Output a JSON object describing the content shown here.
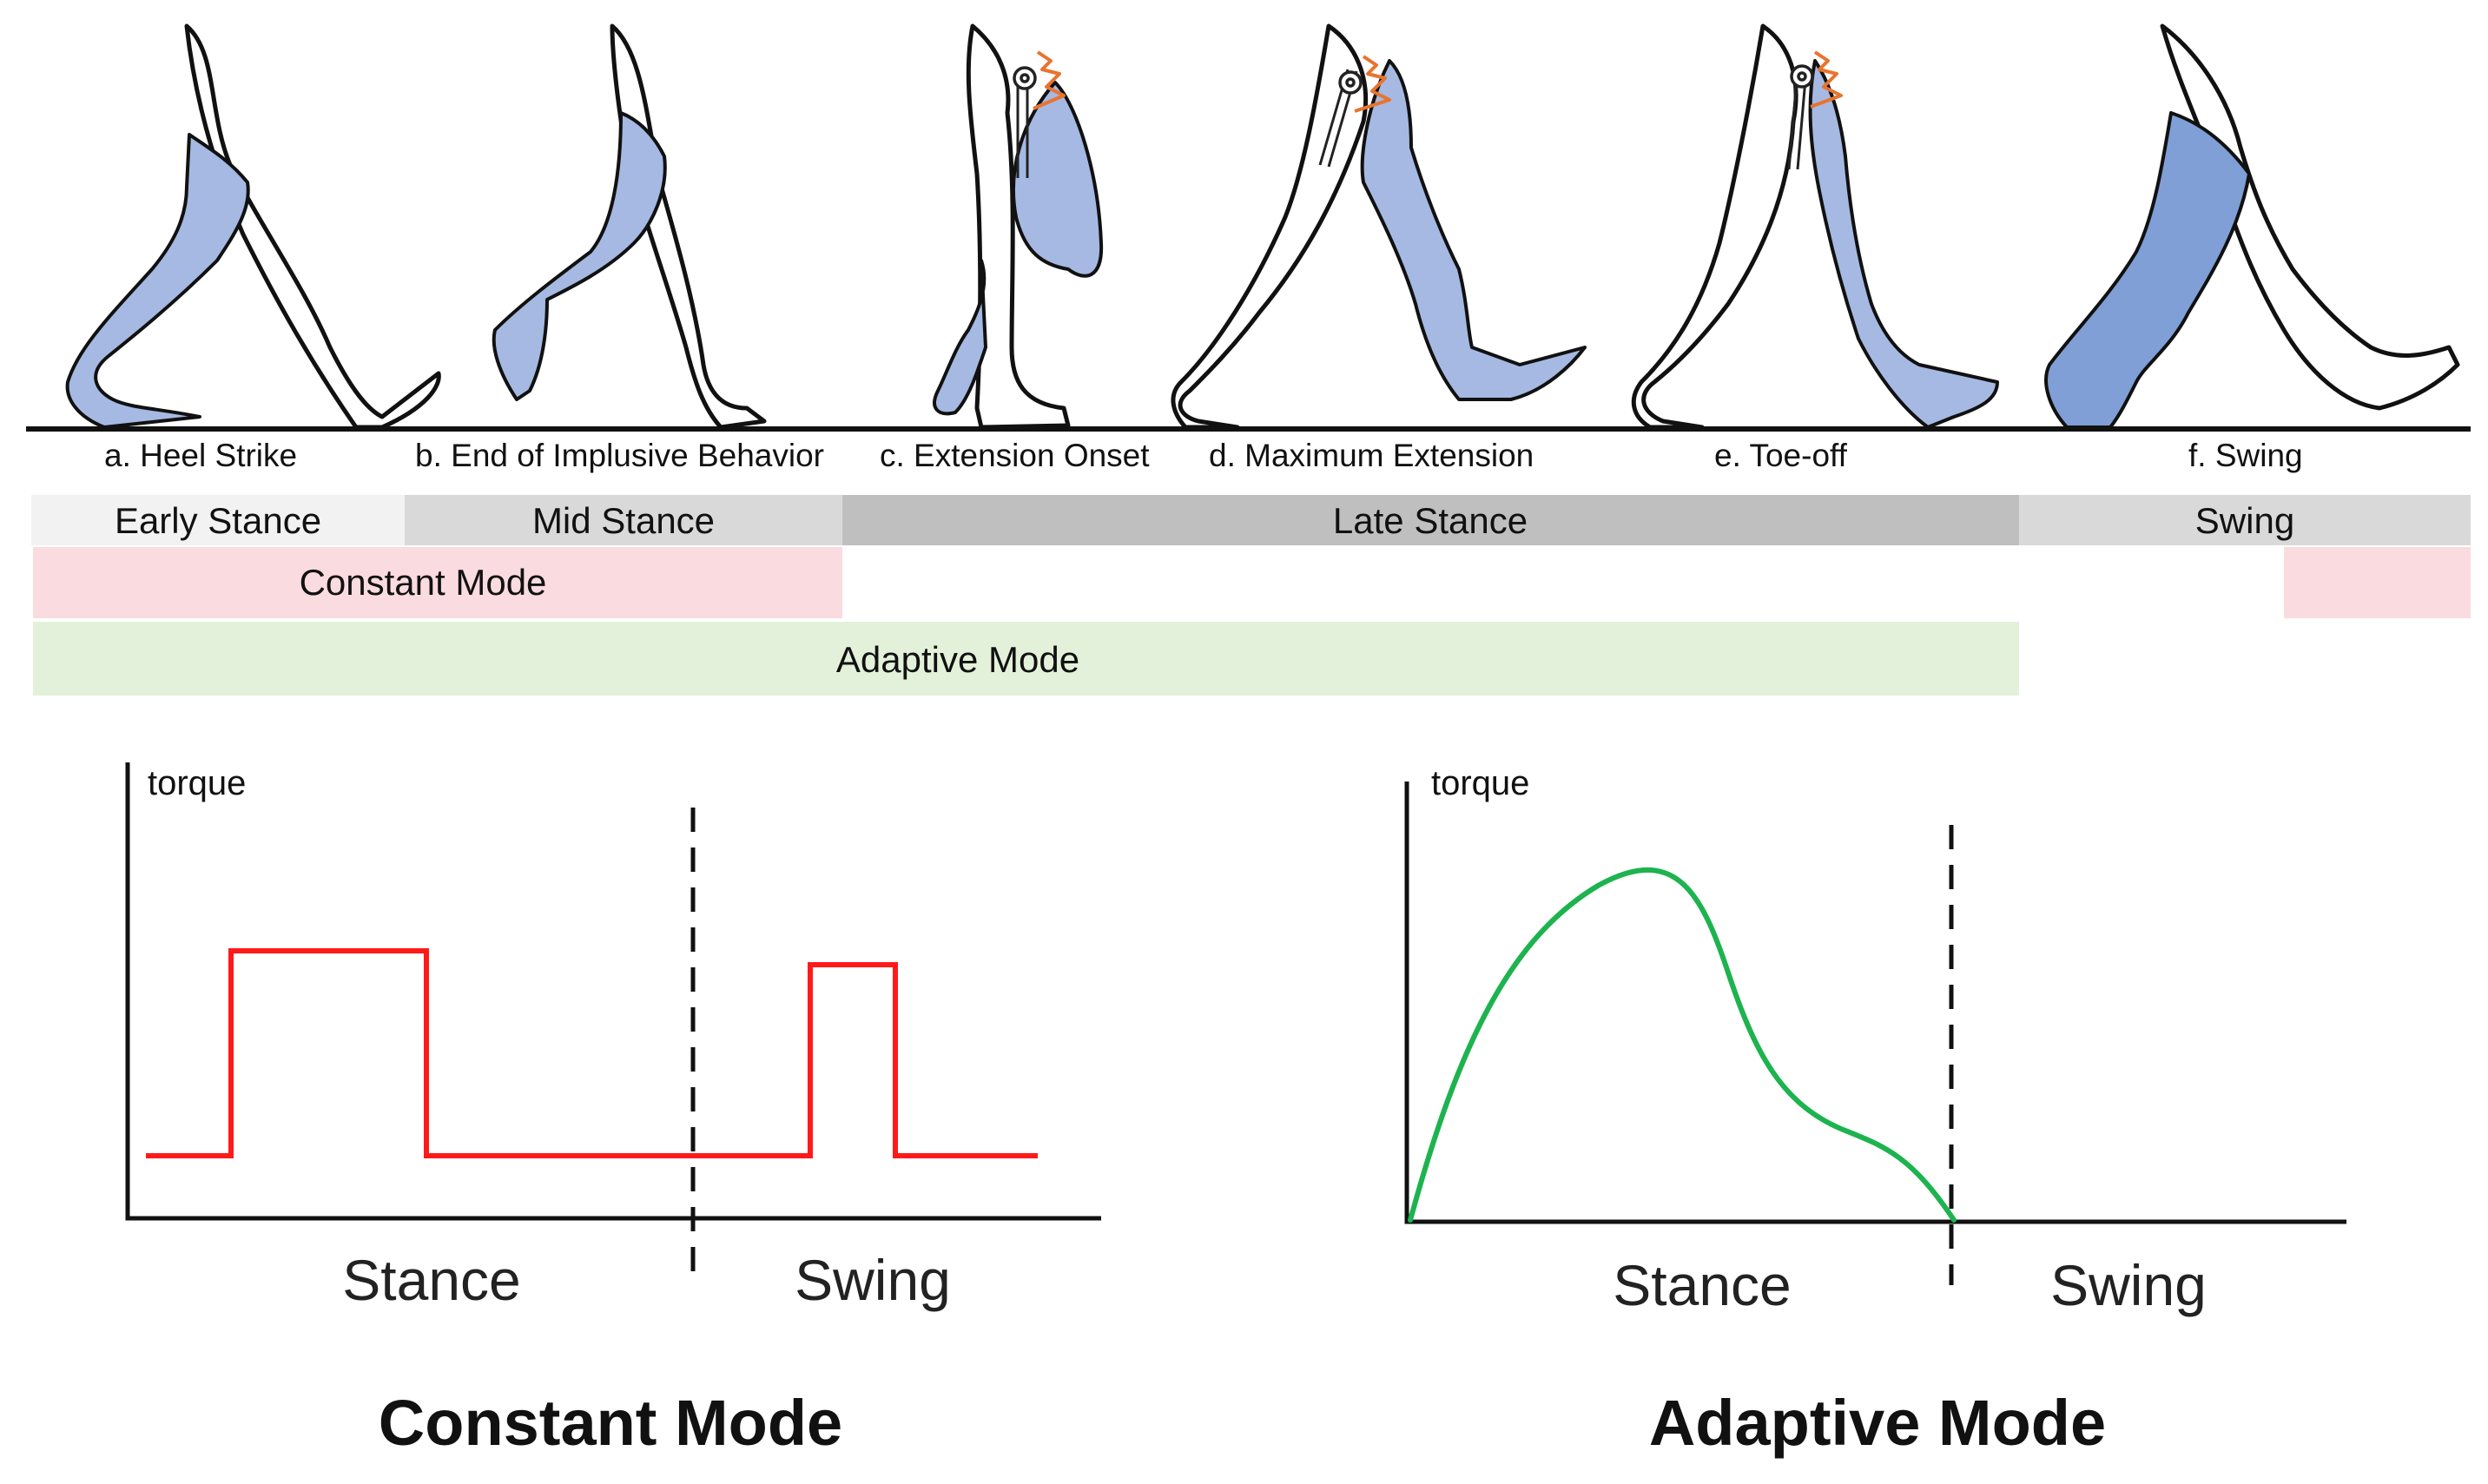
{
  "colors": {
    "shaded_leg": "#a5b9e2",
    "shaded_leg_swing": "#7f9fd6",
    "early_stance": "#f2f2f2",
    "mid_stance": "#d9d9d9",
    "late_stance": "#bfbfbf",
    "swing_phase": "#d9d9d9",
    "constant_mode": "#fadbe0",
    "adaptive_mode": "#e4f1da",
    "constant_curve": "#ff1a1a",
    "adaptive_curve": "#1db34f"
  },
  "gait_events": [
    {
      "id": "a",
      "label": "a. Heel Strike"
    },
    {
      "id": "b",
      "label": "b. End of Implusive Behavior"
    },
    {
      "id": "c",
      "label": "c. Extension Onset"
    },
    {
      "id": "d",
      "label": "d. Maximum Extension"
    },
    {
      "id": "e",
      "label": "e. Toe-off"
    },
    {
      "id": "f",
      "label": "f. Swing"
    }
  ],
  "phases": [
    {
      "label": "Early Stance"
    },
    {
      "label": "Mid Stance"
    },
    {
      "label": "Late Stance"
    },
    {
      "label": "Swing"
    }
  ],
  "mode_bars": {
    "constant": {
      "label": "Constant Mode"
    },
    "adaptive": {
      "label": "Adaptive Mode"
    }
  },
  "plots": {
    "constant": {
      "y_label": "torque",
      "stance_label": "Stance",
      "swing_label": "Swing",
      "title": "Constant Mode"
    },
    "adaptive": {
      "y_label": "torque",
      "stance_label": "Stance",
      "swing_label": "Swing",
      "title": "Adaptive Mode"
    }
  }
}
